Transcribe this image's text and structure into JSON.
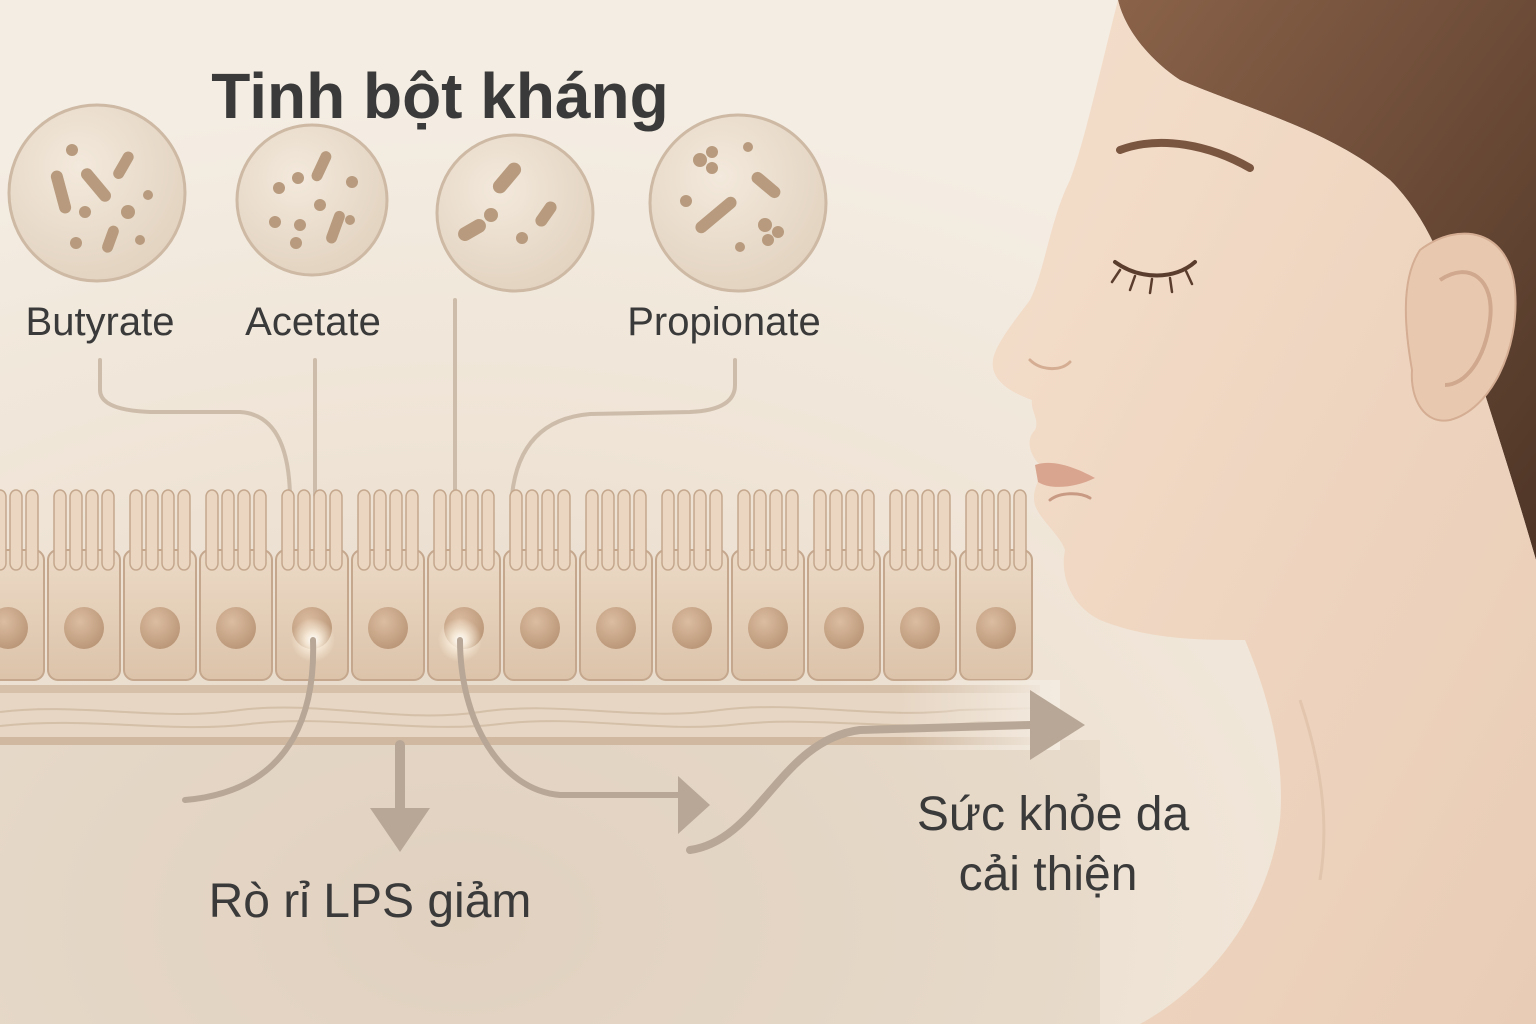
{
  "title": "Tinh bột kháng",
  "microbes": [
    {
      "label": "Butyrate"
    },
    {
      "label": "Acetate"
    },
    {
      "label": ""
    },
    {
      "label": "Propionate"
    }
  ],
  "outcomes": {
    "lps": "Rò rỉ LPS giảm",
    "skin_line1": "Sức khỏe da",
    "skin_line2": "cải thiện"
  },
  "colors": {
    "background": "#f3ebe0",
    "cell": "#e7d3bf",
    "cell_outline": "#bfa48b",
    "nucleus": "#c9a98c",
    "arrow": "#b8a796",
    "text": "#3a3a3a",
    "skin": "#f0d8c4",
    "hair": "#6b4a35"
  },
  "icons": [
    "bacteria-icon",
    "face-illustration",
    "arrow-right-icon",
    "arrow-down-icon"
  ]
}
